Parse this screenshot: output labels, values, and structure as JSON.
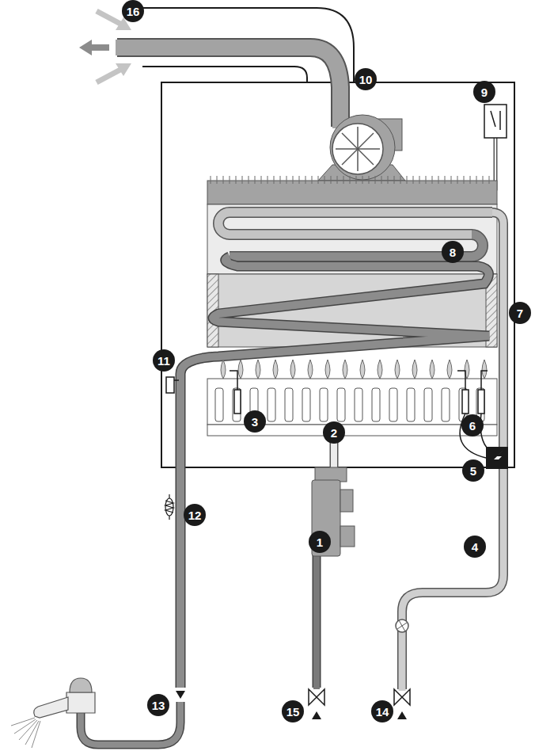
{
  "diagram": {
    "labels": [
      "16",
      "10",
      "9",
      "8",
      "7",
      "11",
      "3",
      "2",
      "6",
      "5",
      "12",
      "1",
      "4",
      "13",
      "15",
      "14"
    ]
  }
}
